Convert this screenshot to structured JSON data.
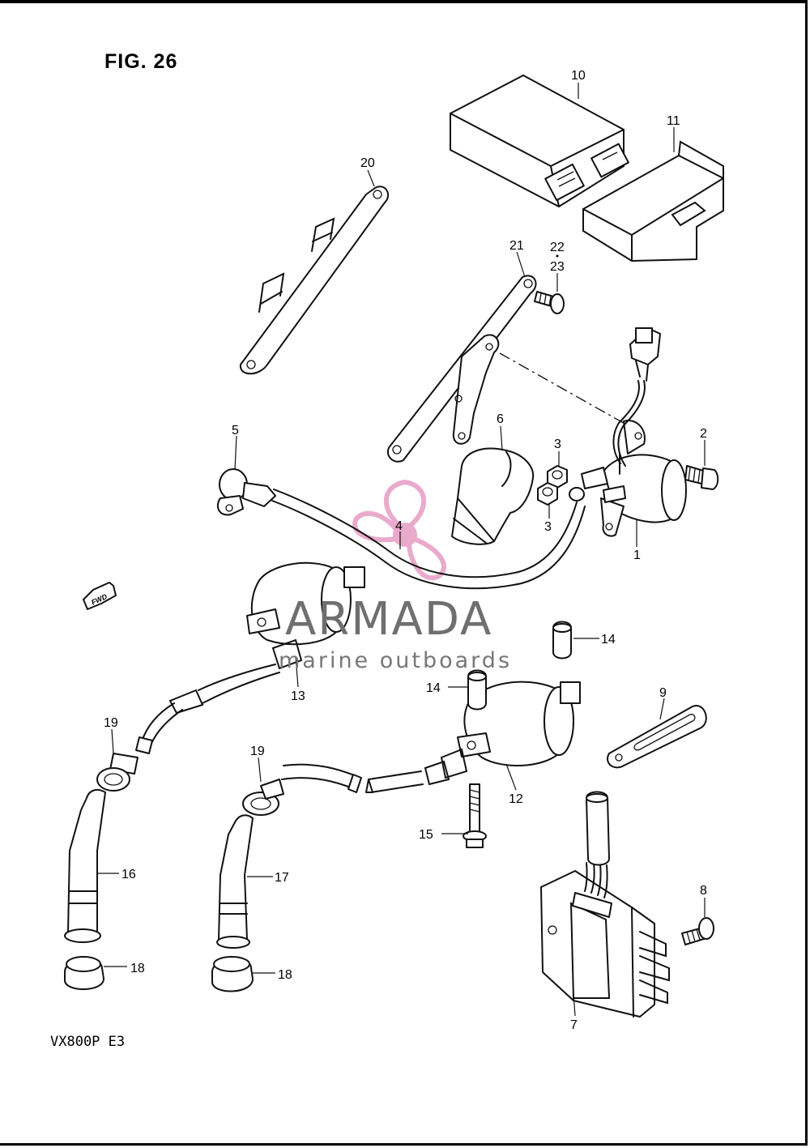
{
  "figure_label": "FIG. 26",
  "model_code": "VX800P  E3",
  "watermark": {
    "brand": "ARMADA",
    "tagline": "marine outboards",
    "logo_color": "#e8a1c6"
  },
  "fwd_arrow_label": "FWD",
  "callouts": [
    "1",
    "2",
    "3",
    "3",
    "4",
    "5",
    "6",
    "7",
    "8",
    "9",
    "10",
    "11",
    "12",
    "13",
    "14",
    "14",
    "15",
    "16",
    "17",
    "18",
    "18",
    "19",
    "19",
    "20",
    "21",
    "22",
    "23"
  ]
}
